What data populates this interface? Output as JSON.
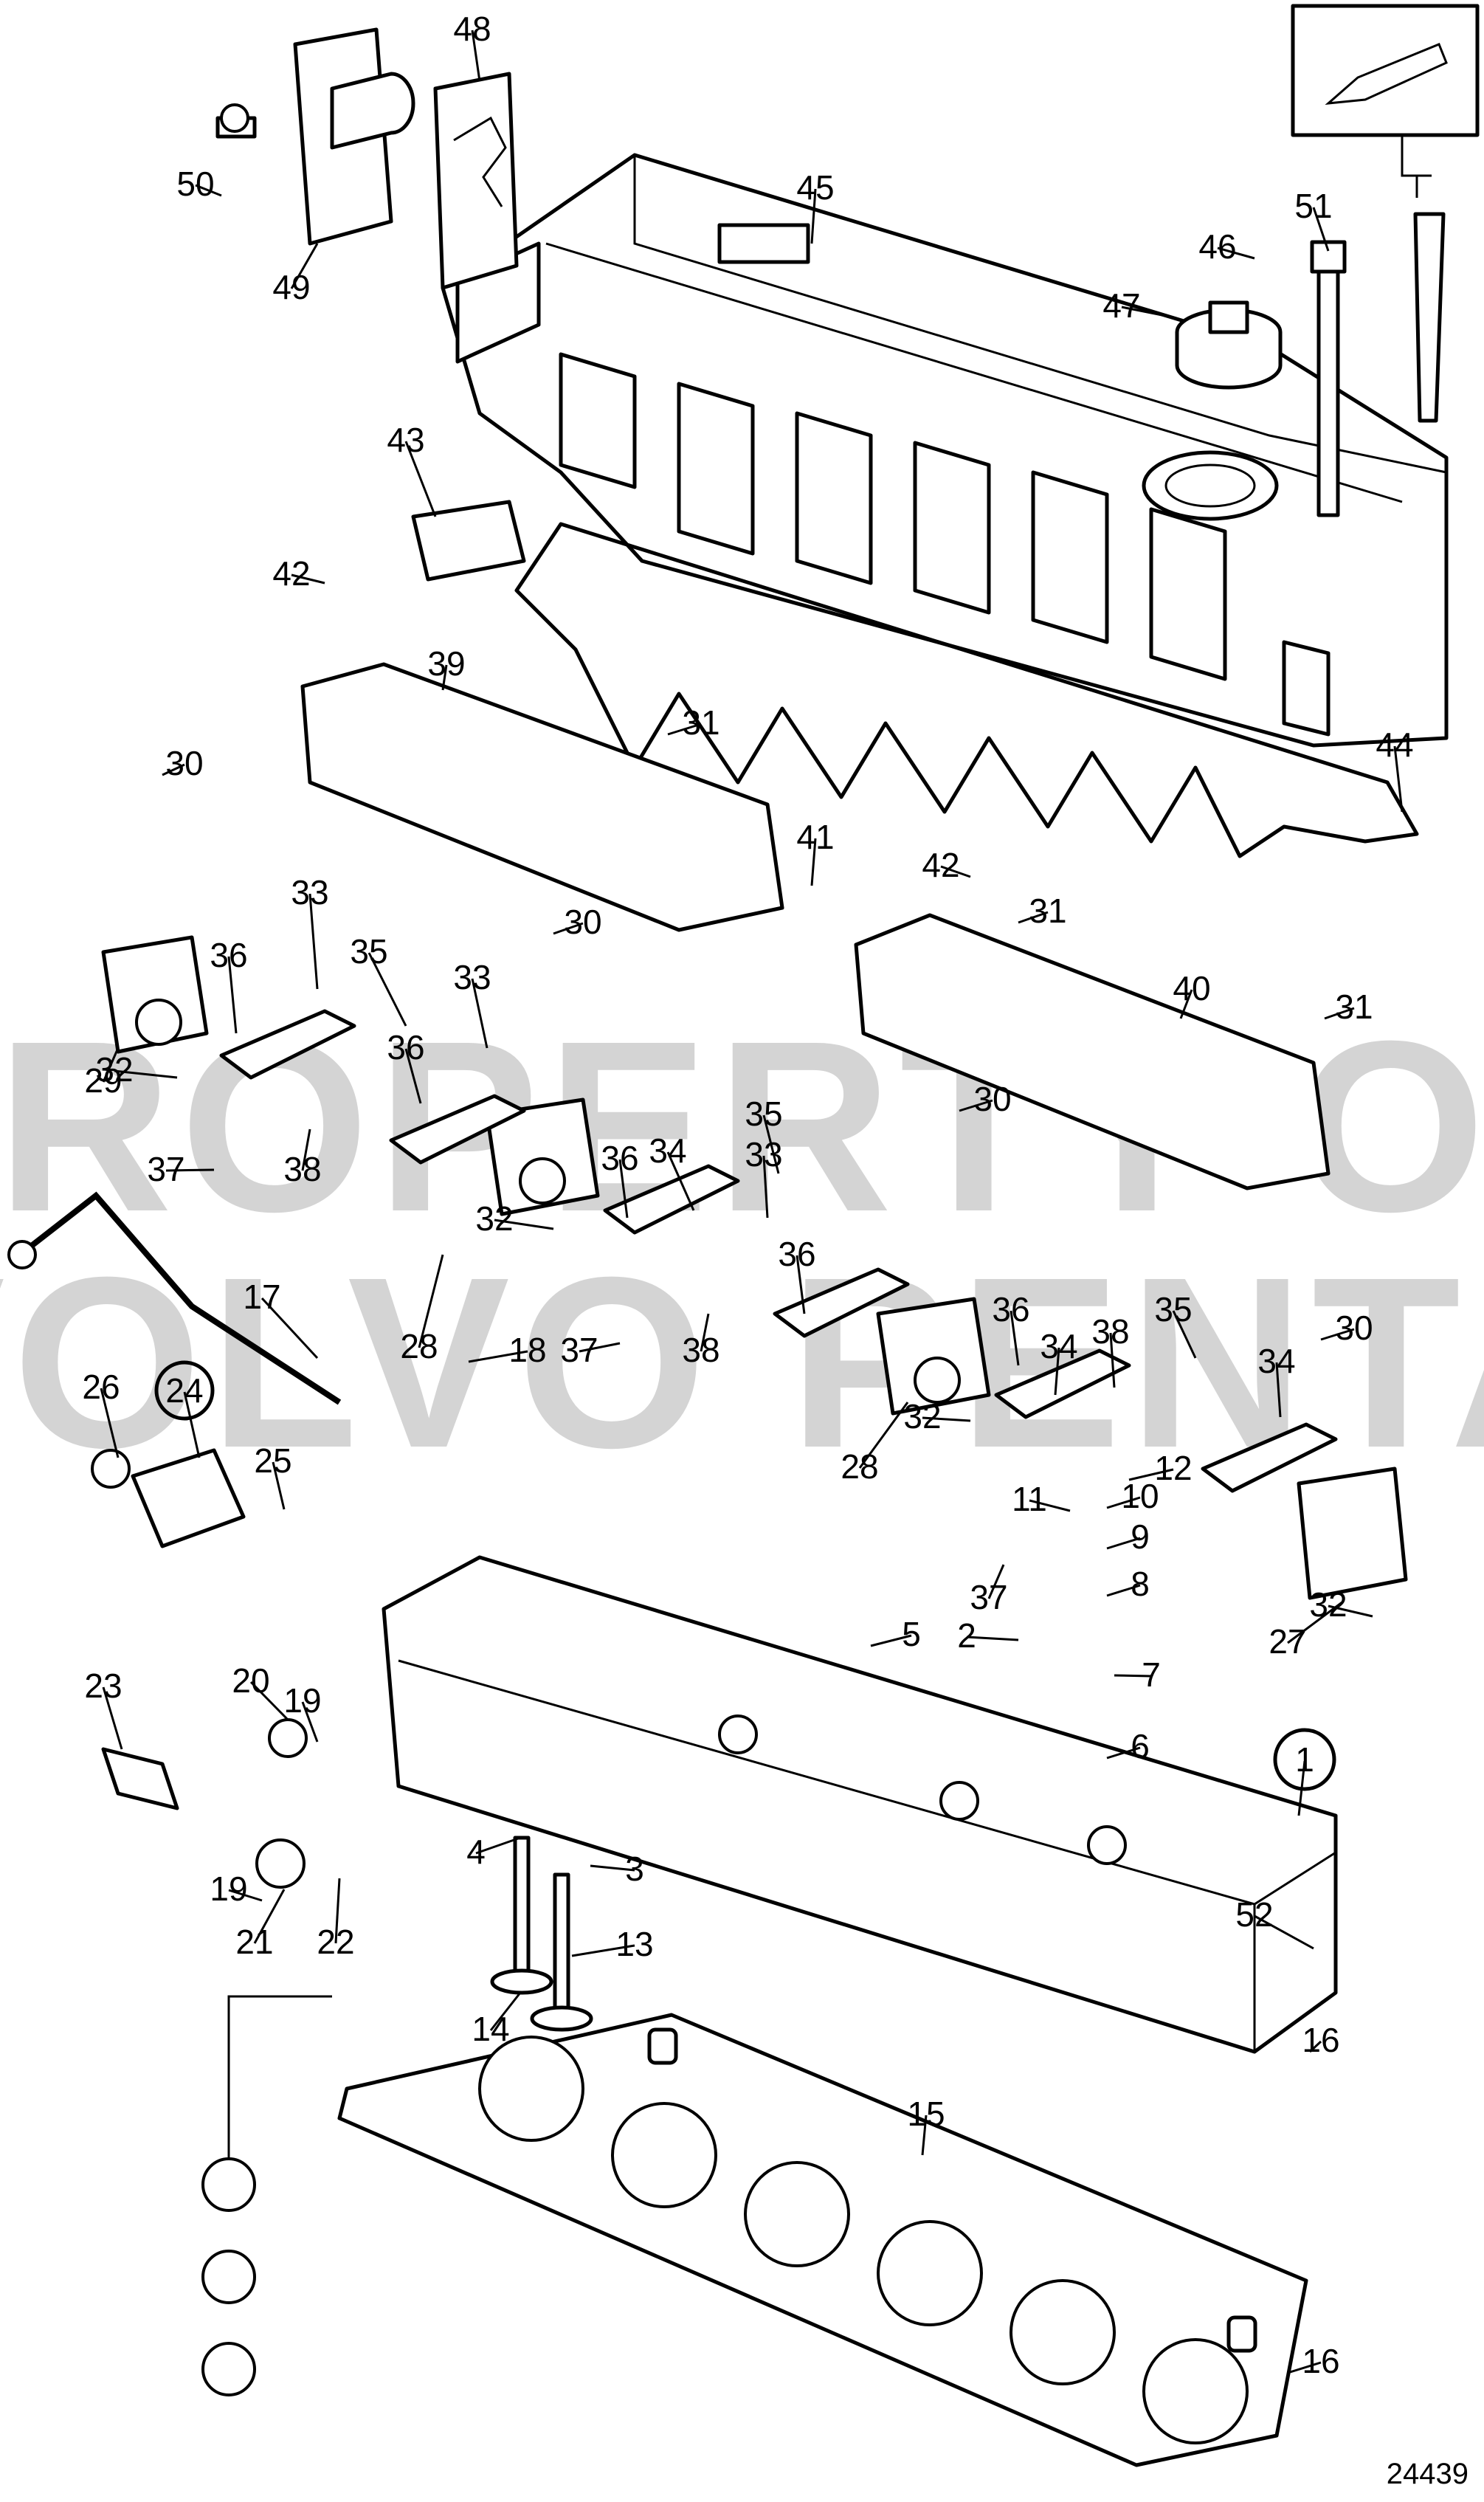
{
  "diagram": {
    "drawing_number": "24439",
    "watermark": [
      "PROPERTY OF",
      "VOLVO PENTA"
    ],
    "callouts": [
      {
        "label": "1",
        "circled": true
      },
      {
        "label": "2"
      },
      {
        "label": "3"
      },
      {
        "label": "4"
      },
      {
        "label": "5"
      },
      {
        "label": "6"
      },
      {
        "label": "7"
      },
      {
        "label": "8"
      },
      {
        "label": "9"
      },
      {
        "label": "10"
      },
      {
        "label": "11"
      },
      {
        "label": "12"
      },
      {
        "label": "13"
      },
      {
        "label": "14"
      },
      {
        "label": "15"
      },
      {
        "label": "16"
      },
      {
        "label": "16"
      },
      {
        "label": "17"
      },
      {
        "label": "18"
      },
      {
        "label": "19"
      },
      {
        "label": "19"
      },
      {
        "label": "20"
      },
      {
        "label": "21"
      },
      {
        "label": "22"
      },
      {
        "label": "23"
      },
      {
        "label": "24",
        "circled": true
      },
      {
        "label": "25"
      },
      {
        "label": "26"
      },
      {
        "label": "27"
      },
      {
        "label": "28"
      },
      {
        "label": "28"
      },
      {
        "label": "29"
      },
      {
        "label": "30"
      },
      {
        "label": "30"
      },
      {
        "label": "30"
      },
      {
        "label": "30"
      },
      {
        "label": "31"
      },
      {
        "label": "31"
      },
      {
        "label": "31"
      },
      {
        "label": "32"
      },
      {
        "label": "32"
      },
      {
        "label": "32"
      },
      {
        "label": "32"
      },
      {
        "label": "33"
      },
      {
        "label": "33"
      },
      {
        "label": "33"
      },
      {
        "label": "34"
      },
      {
        "label": "34"
      },
      {
        "label": "34"
      },
      {
        "label": "35"
      },
      {
        "label": "35"
      },
      {
        "label": "35"
      },
      {
        "label": "36"
      },
      {
        "label": "36"
      },
      {
        "label": "36"
      },
      {
        "label": "36"
      },
      {
        "label": "36"
      },
      {
        "label": "37"
      },
      {
        "label": "37"
      },
      {
        "label": "37"
      },
      {
        "label": "38"
      },
      {
        "label": "38"
      },
      {
        "label": "38"
      },
      {
        "label": "39"
      },
      {
        "label": "40"
      },
      {
        "label": "41"
      },
      {
        "label": "42"
      },
      {
        "label": "42"
      },
      {
        "label": "43"
      },
      {
        "label": "44"
      },
      {
        "label": "45"
      },
      {
        "label": "46"
      },
      {
        "label": "47"
      },
      {
        "label": "48"
      },
      {
        "label": "49"
      },
      {
        "label": "50"
      },
      {
        "label": "51"
      },
      {
        "label": "52"
      }
    ]
  }
}
